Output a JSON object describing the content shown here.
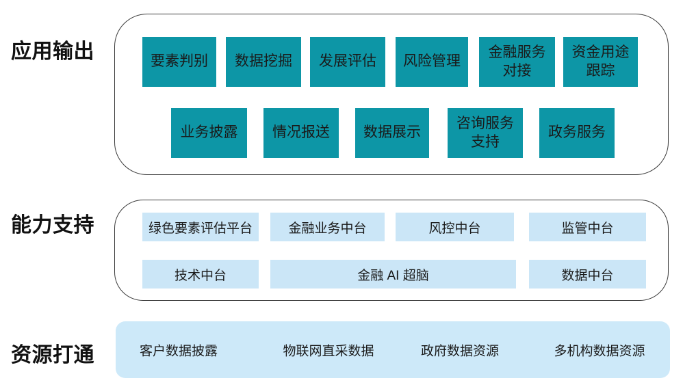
{
  "colors": {
    "teal": "#0d96a6",
    "box_blue": "#cbe6f7",
    "band_blue": "#cde9f9",
    "border": "#3a3a3a",
    "box_text": "#1a1a1a",
    "label_text": "#111111",
    "background": "#ffffff"
  },
  "sections": {
    "app_output": {
      "label": "应用输出",
      "row1": [
        "要素判别",
        "数据挖掘",
        "发展评估",
        "风险管理",
        "金融服务\n对接",
        "资金用途\n跟踪"
      ],
      "row2": [
        "业务披露",
        "情况报送",
        "数据展示",
        "咨询服务\n支持",
        "政务服务"
      ]
    },
    "capability": {
      "label": "能力支持",
      "row1": [
        "绿色要素评估平台",
        "金融业务中台",
        "风控中台",
        "监管中台"
      ],
      "row2": [
        "技术中台",
        "金融 AI 超脑",
        "数据中台"
      ]
    },
    "resources": {
      "label": "资源打通",
      "items": [
        "客户数据披露",
        "物联网直采数据",
        "政府数据资源",
        "多机构数据资源"
      ]
    }
  }
}
